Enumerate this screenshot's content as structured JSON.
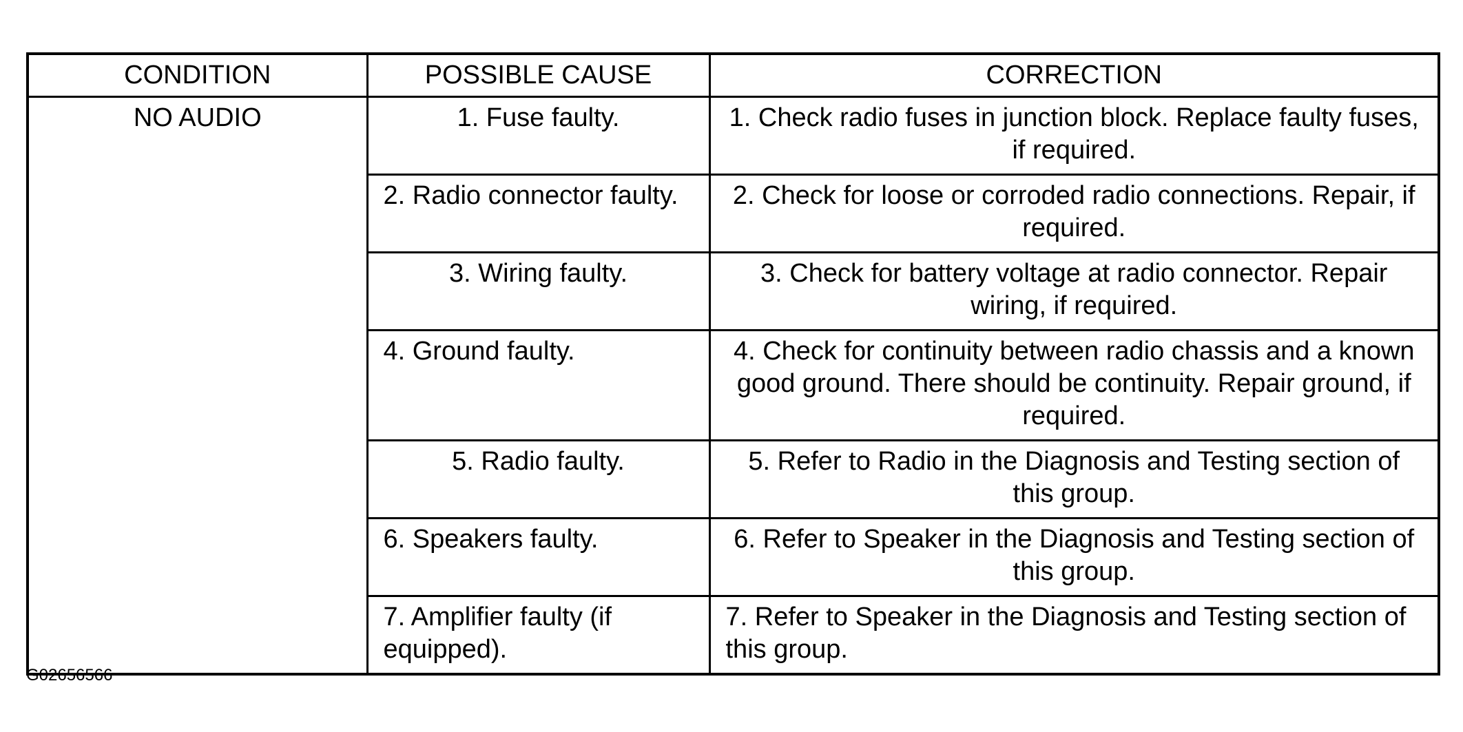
{
  "table": {
    "headers": [
      "CONDITION",
      "POSSIBLE CAUSE",
      "CORRECTION"
    ],
    "condition": "NO AUDIO",
    "rows": [
      {
        "cause": "1. Fuse faulty.",
        "correction": "1. Check radio fuses in junction block. Replace faulty fuses, if required."
      },
      {
        "cause": "2. Radio connector faulty.",
        "correction": "2. Check for loose or corroded radio connections. Repair, if required."
      },
      {
        "cause": "3. Wiring faulty.",
        "correction": "3. Check for battery voltage at radio connector. Repair wiring, if required."
      },
      {
        "cause": "4. Ground faulty.",
        "correction": "4. Check for continuity between radio chassis and a known good ground. There should be continuity. Repair ground, if required."
      },
      {
        "cause": "5. Radio faulty.",
        "correction": "5. Refer to Radio in the Diagnosis and Testing section of this group."
      },
      {
        "cause": "6. Speakers faulty.",
        "correction": "6. Refer to Speaker in the Diagnosis and Testing section of this group."
      },
      {
        "cause": "7. Amplifier faulty (if equipped).",
        "correction": "7. Refer to Speaker in the Diagnosis and Testing section of this group."
      }
    ]
  },
  "figure_id": "G02656566"
}
